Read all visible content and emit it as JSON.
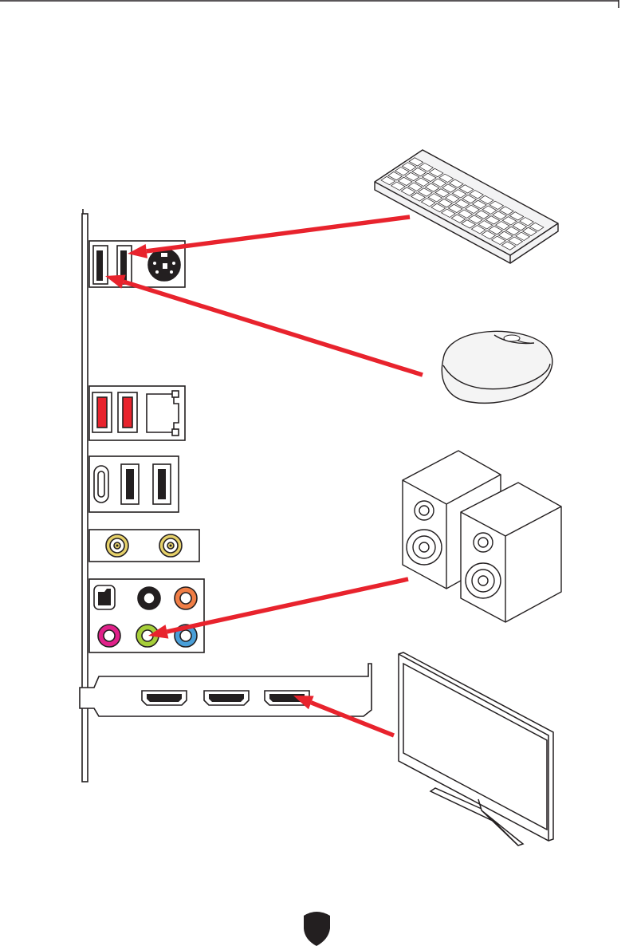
{
  "colors": {
    "arrow": "#e8232d",
    "line": "#231f20",
    "usb_red": "#e8232d",
    "audio_black": "#231f20",
    "audio_orange": "#f07e46",
    "audio_pink": "#e0218a",
    "audio_green": "#a6ce39",
    "audio_blue": "#4a9fd8",
    "antenna_gold": "#e6d16a",
    "keyboard_body": "#f3f3f4",
    "mouse_body": "#f4f4f4",
    "page_bg": "#ffffff"
  },
  "devices": [
    "keyboard",
    "mouse",
    "speakers",
    "monitor"
  ],
  "connections": [
    {
      "device": "keyboard",
      "port": "usb-port-upper-right"
    },
    {
      "device": "mouse",
      "port": "usb-port-upper-left"
    },
    {
      "device": "speakers",
      "port": "audio-line-out-green"
    },
    {
      "device": "monitor",
      "port": "hdmi-port-3"
    }
  ],
  "icons": {
    "footer": "msi-shield-icon"
  }
}
